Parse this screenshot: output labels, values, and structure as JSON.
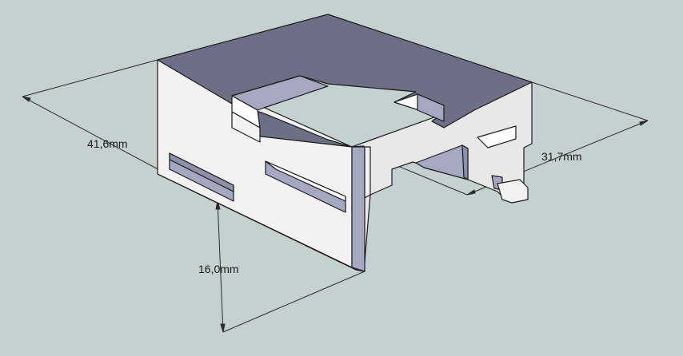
{
  "dimensions": {
    "depth": "41,6mm",
    "width": "31,7mm",
    "height": "16,0mm"
  },
  "colors": {
    "background": "#c5d0d1",
    "top_face": "#6c6f86",
    "side_face": "#f2f2f2",
    "inner_face": "#a6a8c2",
    "edge": "#1a1a1a"
  }
}
